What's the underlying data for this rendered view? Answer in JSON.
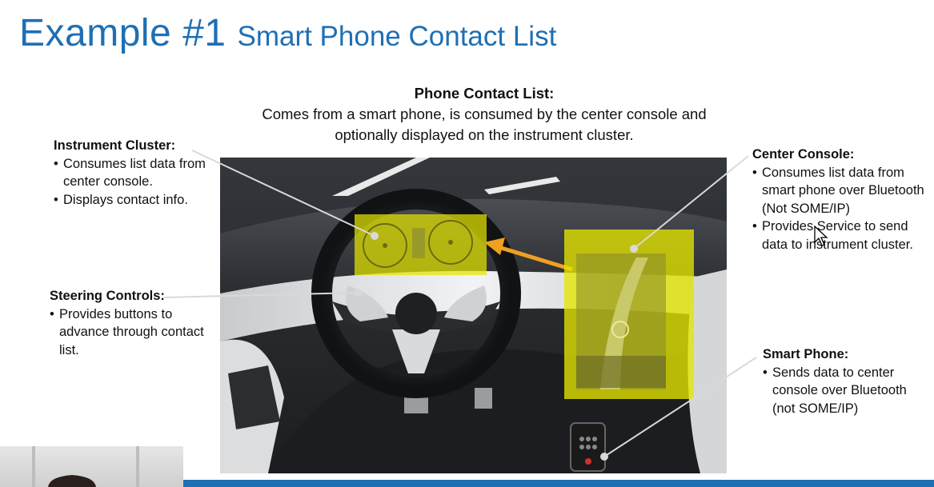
{
  "slide": {
    "title_main": "Example #1",
    "title_sub": "Smart Phone Contact List"
  },
  "caption": {
    "heading": "Phone Contact List:",
    "line1": "Comes from a smart phone, is consumed by the center console and",
    "line2": "optionally displayed on the instrument cluster."
  },
  "callouts": {
    "instrument_cluster": {
      "heading": "Instrument Cluster:",
      "bullets": [
        "Consumes list data from center console.",
        "Displays contact info."
      ]
    },
    "steering_controls": {
      "heading": "Steering Controls:",
      "bullets": [
        "Provides buttons to advance through contact list."
      ]
    },
    "center_console": {
      "heading": "Center Console:",
      "bullets": [
        "Consumes list data from smart phone over Bluetooth (Not SOME/IP)",
        "Provides Service to send data to instrument cluster."
      ]
    },
    "smart_phone": {
      "heading": "Smart Phone:",
      "bullets": [
        "Sends data to center console over Bluetooth (not SOME/IP)"
      ]
    }
  },
  "colors": {
    "title_blue": "#1f6fb4",
    "highlight_yellow": "#e5e500",
    "arrow_orange": "#f0a020"
  },
  "icons": [
    "cursor-icon",
    "arrow-icon"
  ]
}
